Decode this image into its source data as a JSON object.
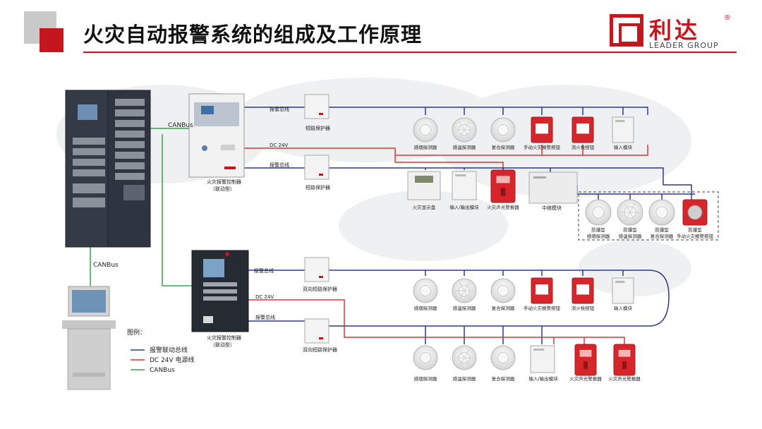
{
  "title": "火灾自动报警系统的组成及工作原理",
  "logo": {
    "cn": "利达",
    "reg": "®",
    "en": "LEADER GROUP"
  },
  "colors": {
    "accent": "#c4161c",
    "alarm_bus": "#2b3a8c",
    "power_line": "#d9353b",
    "canbus": "#3aa14a"
  },
  "labels": {
    "canbus_top": "CANBus",
    "canbus_bottom": "CANBus",
    "alarm_bus_1": "报警总线",
    "dc24v_1": "DC 24V",
    "alarm_bus_2": "报警总线",
    "short_protector_1": "短路保护器",
    "short_protector_2": "短路保护器",
    "controller_1_a": "火灾报警控制器",
    "controller_1_b": "（联动型）",
    "alarm_bus_3": "报警总线",
    "dc24v_2": "DC 24V",
    "alarm_bus_4": "报警总线",
    "bi_protector_1": "双向短路保护器",
    "bi_protector_2": "双向短路保护器",
    "controller_2_a": "火灾报警控制器",
    "controller_2_b": "（联动型）",
    "relay_module": "中继模块"
  },
  "row1": [
    "感烟探测器",
    "感温探测器",
    "复合探测器",
    "手动火灾报警按钮",
    "消火栓按钮",
    "输入模块"
  ],
  "row2": [
    "火灾显示盘",
    "输入/输出模块",
    "火灾声光警报器"
  ],
  "explosion": [
    {
      "a": "防爆型",
      "b": "感烟探测器"
    },
    {
      "a": "防爆型",
      "b": "感温探测器"
    },
    {
      "a": "防爆型",
      "b": "复合探测器"
    },
    {
      "a": "防爆型",
      "b": "手动火灾报警按钮"
    }
  ],
  "row3": [
    "感烟探测器",
    "感温探测器",
    "复合探测器",
    "手动火灾报警按钮",
    "消火栓按钮",
    "输入模块"
  ],
  "row4": [
    "感烟探测器",
    "感温探测器",
    "复合探测器",
    "输入/输出模块",
    "火灾声光警报器",
    "火灾声光警报器"
  ],
  "legend": {
    "title": "图例：",
    "items": [
      {
        "label": "报警联动总线",
        "color": "#2b3a8c"
      },
      {
        "label": "DC 24V 电源线",
        "color": "#d9353b"
      },
      {
        "label": "CANBus",
        "color": "#3aa14a"
      }
    ]
  }
}
